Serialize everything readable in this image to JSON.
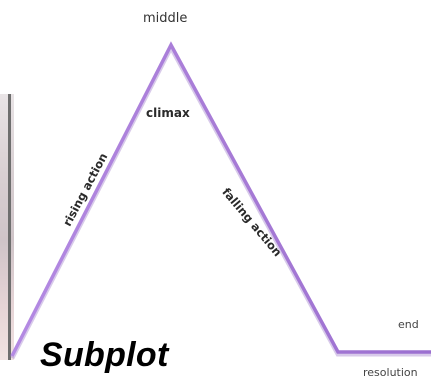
{
  "diagram": {
    "labels": {
      "middle": "middle",
      "climax": "climax",
      "rising_action": "rising action",
      "falling_action": "falling action",
      "end": "end",
      "resolution": "resolution"
    },
    "overlay_title": "Subplot",
    "line_color": "#a77bd6",
    "line_highlight": "#c3a2ee"
  }
}
